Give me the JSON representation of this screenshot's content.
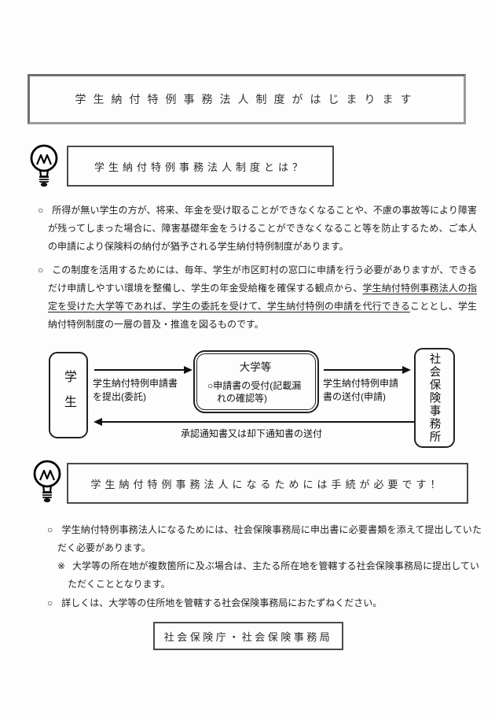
{
  "banner": {
    "title": "学生納付特例事務法人制度がはじまります"
  },
  "intro": {
    "heading": "学生納付特例事務法人制度とは？",
    "para1": {
      "marker": "○",
      "text": "所得が無い学生の方が、将来、年金を受け取ることができなくなることや、不慮の事故等により障害が残ってしまった場合に、障害基礎年金をうけることができなくなること等を防止するため、ご本人の申請により保険料の納付が猶予される学生納付特例制度があります。"
    },
    "para2": {
      "marker": "○",
      "pre": "この制度を活用するためには、毎年、学生が市区町村の窓口に申請を行う必要がありますが、できるだけ申請しやすい環境を整備し、学生の年金受給権を確保する観点から、",
      "underlined": "学生納付特例事務法人の指定を受けた大学等であれば、学生の委託を受けて、学生納付特例の申請を代行できる",
      "post": "こととし、学生納付特例制度の一層の普及・推進を図るものです。"
    }
  },
  "diagram": {
    "student_box": "学生",
    "university_box_title": "大学等",
    "university_box_body": "○申請書の受付(記載漏れの確認等)",
    "office_box": "社会保険事務所",
    "arrow_submit_label": "学生納付特例申請書を提出(委託)",
    "arrow_send_label": "学生納付特例申請書の送付(申請)",
    "arrow_notice_label": "承認通知書又は却下通知書の送付"
  },
  "procedure": {
    "heading": "学生納付特例事務法人になるためには手続が必要です！",
    "para1": {
      "marker": "○",
      "text": "学生納付特例事務法人になるためには、社会保険事務局に申出書に必要書類を添えて提出していただく必要があります。"
    },
    "note": {
      "marker": "※",
      "text": "大学等の所在地が複数箇所に及ぶ場合は、主たる所在地を管轄する社会保険事務局に提出していただくこととなります。"
    },
    "para2": {
      "marker": "○",
      "text": "詳しくは、大学等の住所地を管轄する社会保険事務局におたずねください。"
    }
  },
  "footer": {
    "label": "社会保険庁・社会保険事務局"
  }
}
